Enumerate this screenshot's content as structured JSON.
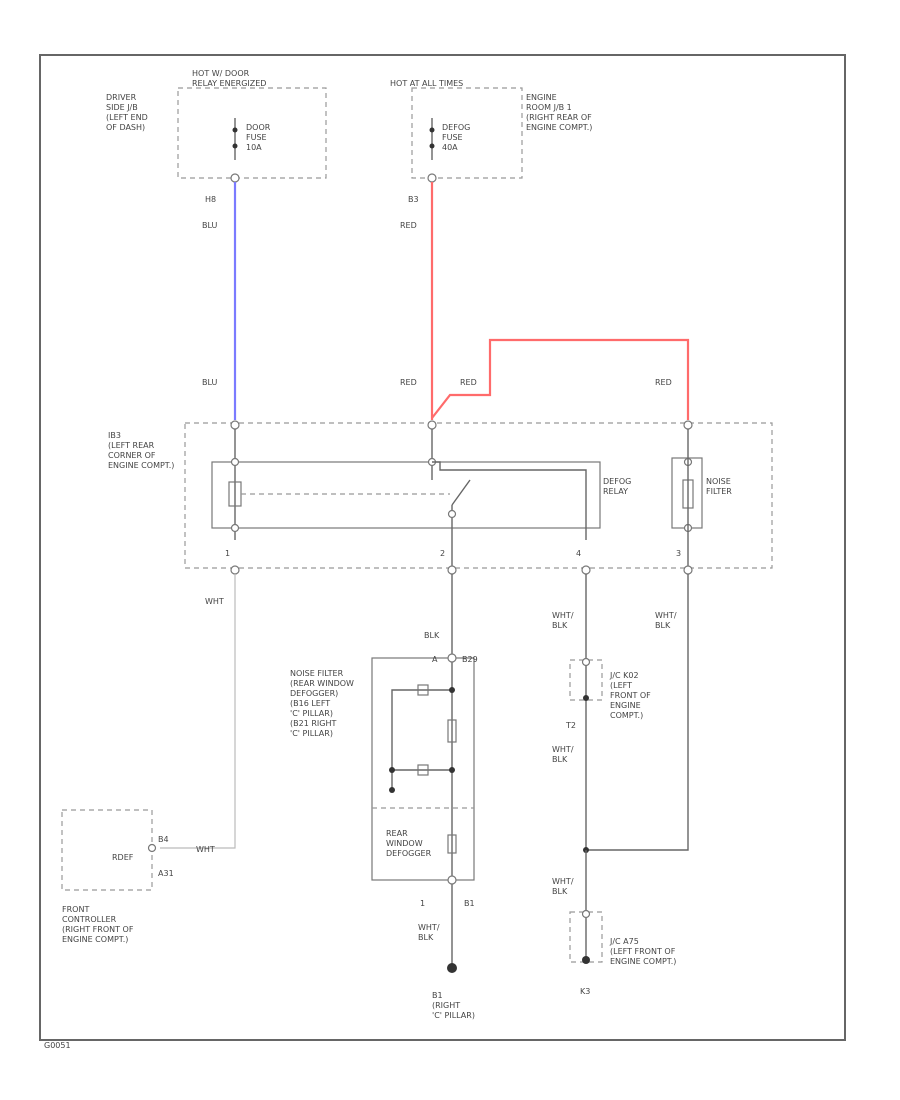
{
  "labels": {
    "hot_relay": "HOT W/ DOOR\nRELAY ENERGIZED",
    "driver_jb": "DRIVER\nSIDE J/B\n(LEFT END\nOF DASH)",
    "door_fuse": "DOOR\nFUSE\n10A",
    "hot_all_times": "HOT AT ALL TIMES",
    "defog_fuse": "DEFOG\nFUSE\n40A",
    "engine_room_jb": "ENGINE\nROOM J/B 1\n(RIGHT REAR OF\nENGINE COMPT.)",
    "pin_h8": "H8",
    "pin_b3": "B3",
    "wire_blu_top": "BLU",
    "wire_red_top": "RED",
    "wire_blu_mid": "BLU",
    "wire_red_mid1": "RED",
    "wire_red_mid2": "RED",
    "wire_red_mid3": "RED",
    "ib3": "IB3\n(LEFT REAR\nCORNER OF\nENGINE COMPT.)",
    "defog_relay": "DEFOG\nRELAY",
    "noise_filter": "NOISE\nFILTER",
    "pin_1": "1",
    "pin_2": "2",
    "pin_4": "4",
    "pin_3": "3",
    "wire_wht": "WHT",
    "wire_blk_mid": "BLK",
    "wire_whtblk_a": "WHT/\nBLK",
    "wire_whtblk_b": "WHT/\nBLK",
    "pin_a": "A",
    "pin_b29": "B29",
    "nf_defogger": "NOISE FILTER\n(REAR WINDOW\nDEFOGGER)\n(B16 LEFT\n'C' PILLAR)\n(B21 RIGHT\n'C' PILLAR)",
    "jc_k02": "J/C K02\n(LEFT\nFRONT OF\nENGINE\nCOMPT.)",
    "pin_t2": "T2",
    "wire_whtblk_c": "WHT/\nBLK",
    "rear_window_defogger": "REAR\nWINDOW\nDEFOGGER",
    "pin_1b": "1",
    "pin_b1": "B1",
    "wire_whtblk_d": "WHT/\nBLK",
    "wire_whtblk_e": "WHT/\nBLK",
    "rdef": "RDEF",
    "pin_b4": "B4",
    "pin_a31": "A31",
    "wire_wht_b": "WHT",
    "front_controller": "FRONT\nCONTROLLER\n(RIGHT FRONT OF\nENGINE COMPT.)",
    "jc_a75": "J/C A75\n(LEFT FRONT OF\nENGINE COMPT.)",
    "pin_k3": "K3",
    "ground_b1": "B1\n(RIGHT\n'C' PILLAR)",
    "footer_id": "G0051"
  }
}
